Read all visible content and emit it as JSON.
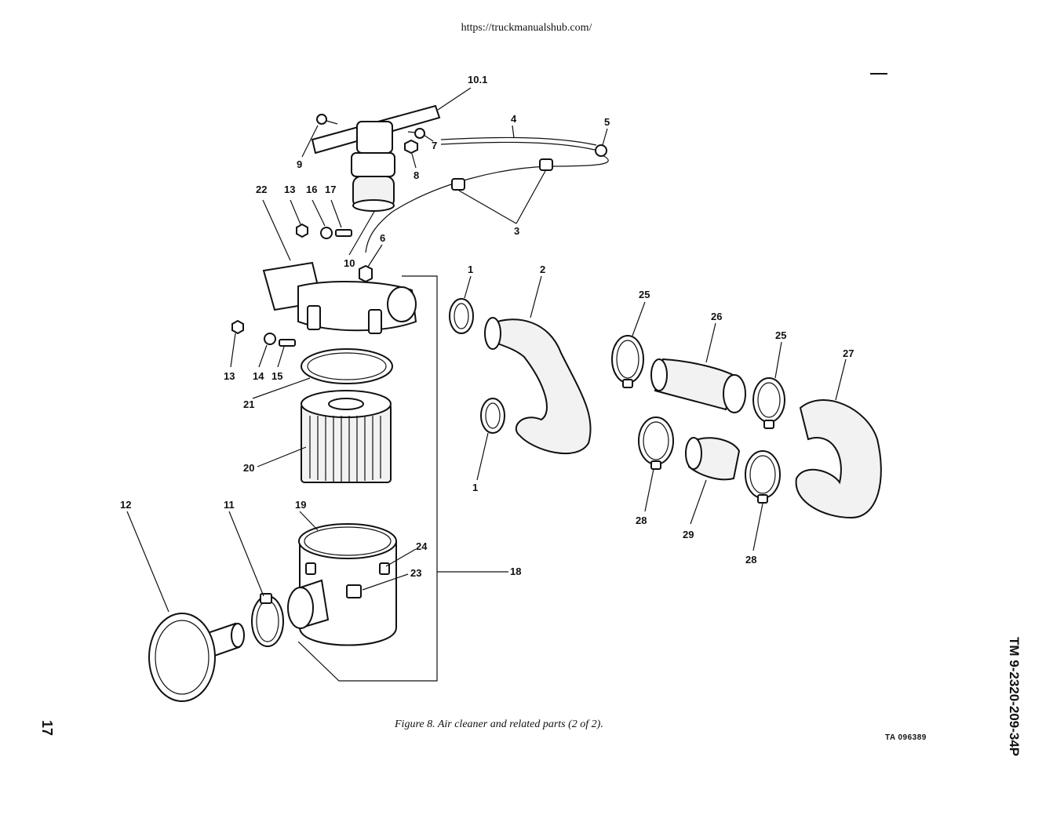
{
  "header": {
    "url": "https://truckmanualshub.com/"
  },
  "figure": {
    "caption": "Figure 8.  Air cleaner and related parts (2 of 2).",
    "ta_number": "TA 096389"
  },
  "page": {
    "number": "17",
    "tm_number": "TM 9-2320-209-34P"
  },
  "callouts": {
    "c10_1": "10.1",
    "c4": "4",
    "c5": "5",
    "c9": "9",
    "c7": "7",
    "c8": "8",
    "c3": "3",
    "c22": "22",
    "c13a": "13",
    "c16": "16",
    "c17": "17",
    "c10": "10",
    "c6": "6",
    "c1a": "1",
    "c2": "2",
    "c25a": "25",
    "c26": "26",
    "c25b": "25",
    "c27": "27",
    "c13b": "13",
    "c14": "14",
    "c15": "15",
    "c21": "21",
    "c20": "20",
    "c1b": "1",
    "c28a": "28",
    "c29": "29",
    "c28b": "28",
    "c12": "12",
    "c11": "11",
    "c19": "19",
    "c24": "24",
    "c23": "23",
    "c18": "18"
  }
}
